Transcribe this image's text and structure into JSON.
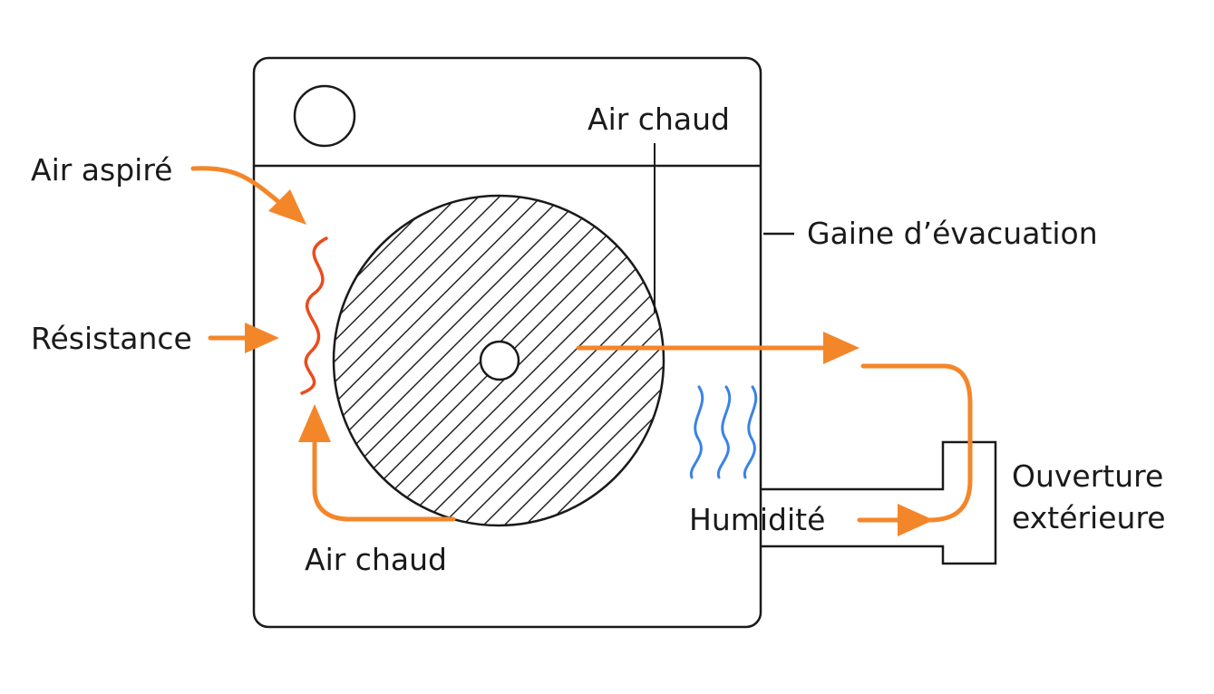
{
  "labels": {
    "intake_air": "Air aspiré",
    "heater": "Résistance",
    "hot_air_top": "Air chaud",
    "hot_air_bottom": "Air chaud",
    "exhaust_duct": "Gaine d’évacuation",
    "humidity": "Humidité",
    "outside_opening_line1": "Ouverture",
    "outside_opening_line2": "extérieure"
  },
  "colors": {
    "flow": "#f4862a",
    "heater": "#ea4c1c",
    "humidity": "#3b82e6",
    "outline": "#1a1a1a"
  },
  "icons": {
    "heater_coil": "heating-element-icon",
    "humidity_waves": "moisture-waves-icon",
    "control_knob": "control-knob-icon"
  }
}
